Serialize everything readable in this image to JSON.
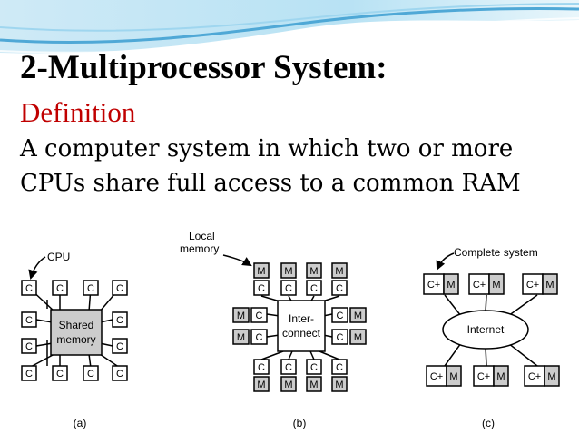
{
  "slide": {
    "title": "2-Multiprocessor System:",
    "subtitle": "Definition",
    "body": [
      "A computer system in which two or more",
      "CPUs share full access to a common RAM"
    ]
  },
  "figure": {
    "a": {
      "cpu_label": "CPU",
      "cpu_letter": "C",
      "memory_label": [
        "Shared",
        "memory"
      ],
      "caption": "(a)"
    },
    "b": {
      "local_memory_label": [
        "Local",
        "memory"
      ],
      "cpu_letter": "C",
      "memory_letter": "M",
      "interconnect_label": [
        "Inter-",
        "connect"
      ],
      "caption": "(b)"
    },
    "c": {
      "complete_system_label": "Complete system",
      "cpu_letter": "C+",
      "memory_letter": "M",
      "internet_label": "Internet",
      "caption": "(c)"
    }
  },
  "colors": {
    "title": "#000000",
    "subtitle": "#c00000",
    "memory_fill": "#cccccc",
    "banner_light": "#e8f5fb",
    "banner_mid": "#9fd6ef",
    "banner_dark": "#4fa8d6"
  }
}
